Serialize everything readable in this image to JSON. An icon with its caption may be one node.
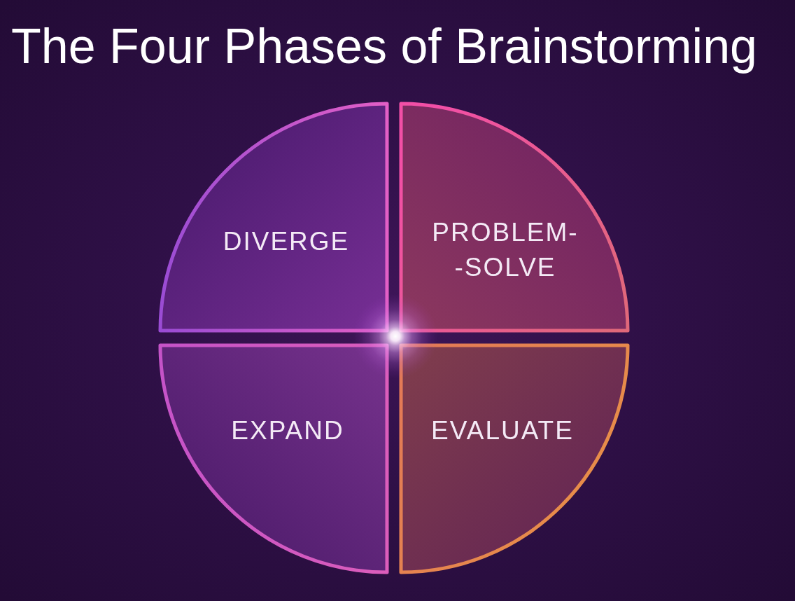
{
  "diagram": {
    "title": "The Four Phases of Brainstorming",
    "nodes": [
      {
        "text": [
          "DIVERGE"
        ]
      },
      {
        "text": [
          "PROBLEM- -SOLVE"
        ]
      },
      {
        "text": [
          "EXPAND"
        ]
      },
      {
        "text": [
          "EVALUATE"
        ]
      }
    ]
  }
}
